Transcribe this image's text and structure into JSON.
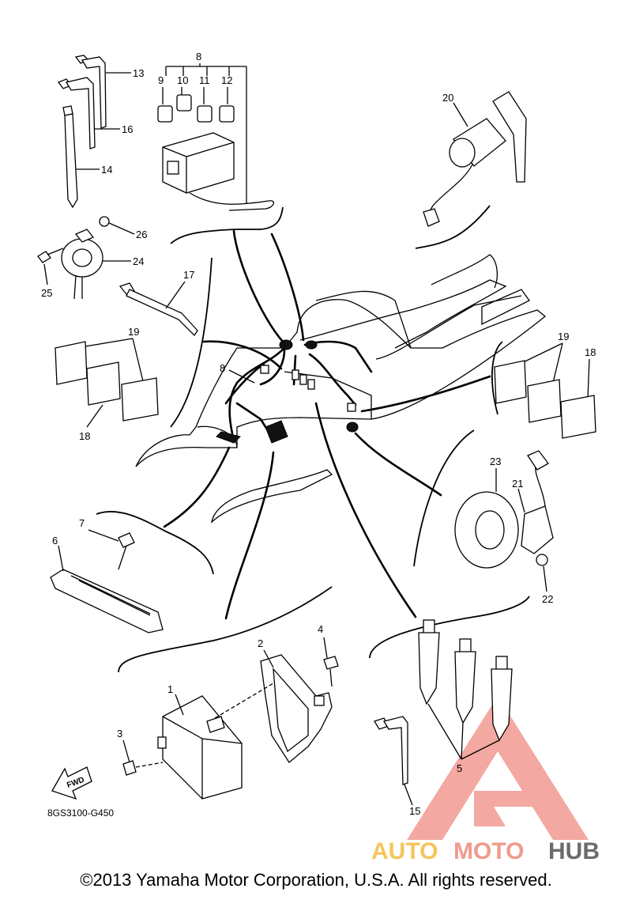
{
  "part_numbers": [
    "1",
    "2",
    "3",
    "4",
    "5",
    "6",
    "7",
    "8",
    "9",
    "10",
    "11",
    "12",
    "13",
    "14",
    "15",
    "16",
    "17",
    "18",
    "19",
    "20",
    "21",
    "22",
    "23",
    "24",
    "25",
    "26"
  ],
  "labels": {
    "n1": "1",
    "n2": "2",
    "n3": "3",
    "n4": "4",
    "n5": "5",
    "n6": "6",
    "n7": "7",
    "n8a": "8",
    "n8b": "8",
    "n9": "9",
    "n10": "10",
    "n11": "11",
    "n12": "12",
    "n13": "13",
    "n14": "14",
    "n15": "15",
    "n16": "16",
    "n17": "17",
    "n18a": "18",
    "n18b": "18",
    "n19a": "19",
    "n19b": "19",
    "n20": "20",
    "n21": "21",
    "n22": "22",
    "n23": "23",
    "n24": "24",
    "n25": "25",
    "n26": "26"
  },
  "fwd_label": "FWD",
  "diagram_code": "8GS3100-G450",
  "watermark": {
    "auto": "AUTO",
    "moto": "MOTO",
    "hub": "HUB",
    "colors": {
      "auto": "#f6c45a",
      "moto": "#f19a8c",
      "hub": "#6b6b6b",
      "triangle": "#f08b84"
    }
  },
  "copyright": "©2013 Yamaha Motor Corporation, U.S.A. All rights reserved."
}
